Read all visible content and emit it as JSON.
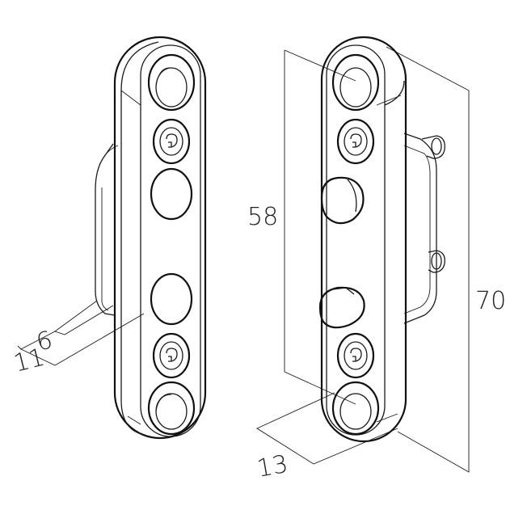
{
  "dimensions": {
    "depth_inner": "6",
    "depth_outer": "11",
    "hole_spacing": "58",
    "total_length": "70",
    "width": "13"
  },
  "colors": {
    "line": "#1a1a1a",
    "background": "#ffffff"
  }
}
